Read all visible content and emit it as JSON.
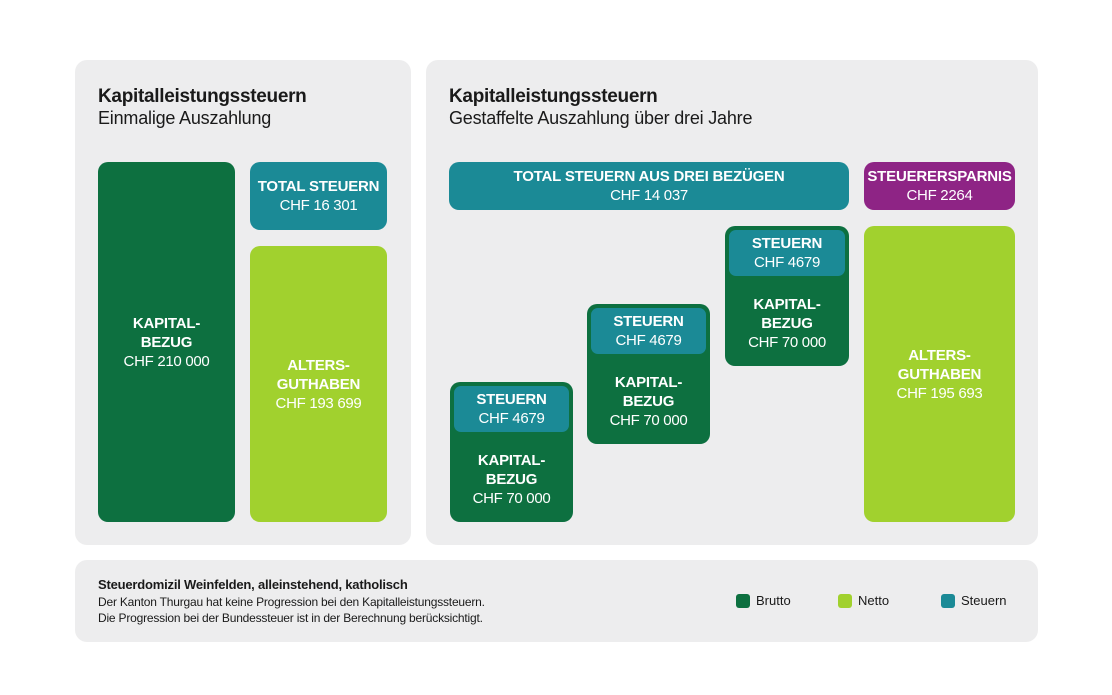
{
  "left": {
    "title": "Kapitalleistungssteuern",
    "subtitle": "Einmalige Auszahlung",
    "kapital": {
      "label1": "KAPITAL-",
      "label2": "BEZUG",
      "value": "CHF 210 000"
    },
    "total": {
      "label": "TOTAL STEUERN",
      "value": "CHF 16 301"
    },
    "alters": {
      "label1": "ALTERS-",
      "label2": "GUTHABEN",
      "value": "CHF 193 699"
    }
  },
  "right": {
    "title": "Kapitalleistungssteuern",
    "subtitle": "Gestaffelte Auszahlung über drei Jahre",
    "total": {
      "label": "TOTAL STEUERN AUS DREI BEZÜGEN",
      "value": "CHF 14 037"
    },
    "ersparnis": {
      "label": "STEUERERSPARNIS",
      "value": "CHF 2264"
    },
    "stages": [
      {
        "tax_label": "STEUERN",
        "tax_value": "CHF 4679",
        "label1": "KAPITAL-",
        "label2": "BEZUG",
        "value": "CHF 70 000"
      },
      {
        "tax_label": "STEUERN",
        "tax_value": "CHF 4679",
        "label1": "KAPITAL-",
        "label2": "BEZUG",
        "value": "CHF 70 000"
      },
      {
        "tax_label": "STEUERN",
        "tax_value": "CHF 4679",
        "label1": "KAPITAL-",
        "label2": "BEZUG",
        "value": "CHF 70 000"
      }
    ],
    "alters": {
      "label1": "ALTERS-",
      "label2": "GUTHABEN",
      "value": "CHF 195 693"
    }
  },
  "footer": {
    "title": "Steuerdomizil Weinfelden, alleinstehend, katholisch",
    "line1": "Der Kanton Thurgau hat keine Progression bei den Kapitalleistungssteuern.",
    "line2": "Die Progression bei der Bundessteuer ist in der Berechnung berücksichtigt."
  },
  "legend": [
    {
      "label": "Brutto",
      "color": "#0d7040"
    },
    {
      "label": "Netto",
      "color": "#a1d12e"
    },
    {
      "label": "Steuern",
      "color": "#1b8a96"
    }
  ]
}
